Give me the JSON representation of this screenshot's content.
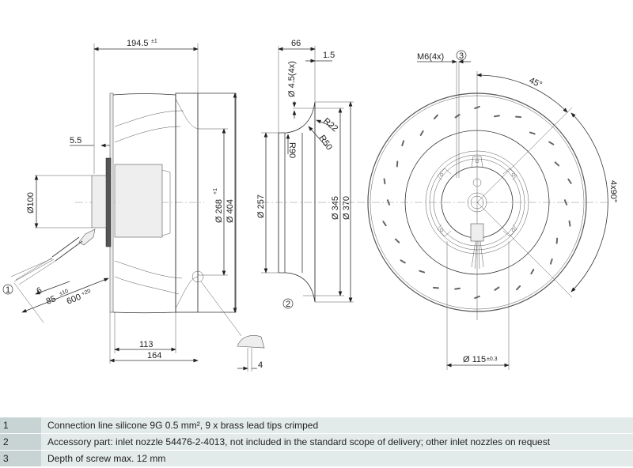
{
  "left_view": {
    "dim_overall_width": "194.5",
    "dim_overall_width_tol": "±1",
    "dim_flange_offset": "5.5",
    "dim_motor_dia": "Ø100",
    "dim_inlet_dia": "Ø 268",
    "dim_inlet_dia_tol": "+1",
    "dim_outer_dia": "Ø 404",
    "dim_depth_113": "113",
    "dim_depth_164": "164",
    "dim_strip": "6",
    "dim_lead": "85",
    "dim_lead_tol": "±10",
    "dim_cable": "600",
    "dim_cable_tol": "+20",
    "callout": "1",
    "detail_dim": "4"
  },
  "nozzle_view": {
    "dim_width": "66",
    "dim_lip": "1.5",
    "dim_hole": "Ø 4.5(4x)",
    "dim_r22": "R22",
    "dim_r50": "R50",
    "dim_r90": "R90",
    "dim_257": "Ø 257",
    "dim_345": "Ø 345",
    "dim_370": "Ø 370",
    "callout": "2"
  },
  "front_view": {
    "thread": "M6(4x)",
    "callout": "3",
    "angle_45": "45°",
    "angle_4x90": "4x90°",
    "dim_bolt_circle": "Ø 115",
    "dim_bolt_circle_tol": "±0.3"
  },
  "notes": [
    {
      "num": "1",
      "text": "Connection line silicone 9G 0.5 mm², 9 x brass lead tips crimped"
    },
    {
      "num": "2",
      "text": "Accessory part: inlet nozzle 54476-2-4013, not included in the standard scope of delivery; other inlet nozzles on request"
    },
    {
      "num": "3",
      "text": "Depth of screw max. 12 mm"
    }
  ]
}
